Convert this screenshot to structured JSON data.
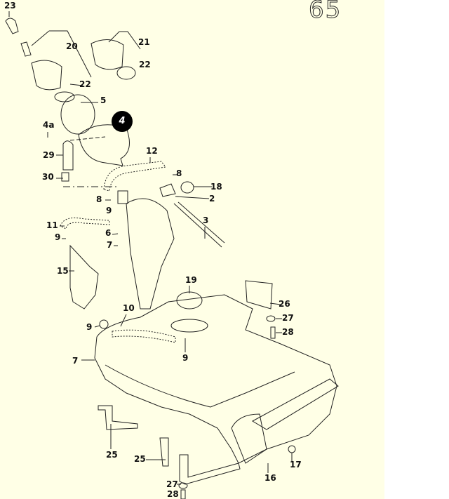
{
  "page_number": "65",
  "highlight_badge": "4",
  "labels": [
    "23",
    "20",
    "21",
    "22",
    "22",
    "5",
    "4a",
    "29",
    "12",
    "8",
    "30",
    "18",
    "8",
    "2",
    "9",
    "3",
    "11",
    "9",
    "6",
    "7",
    "15",
    "19",
    "10",
    "26",
    "27",
    "28",
    "9",
    "7",
    "9",
    "25",
    "25",
    "17",
    "16",
    "27",
    "28"
  ],
  "colors": {
    "sheet": "#ffffe6",
    "ink": "#111111",
    "badge": "#000000"
  }
}
